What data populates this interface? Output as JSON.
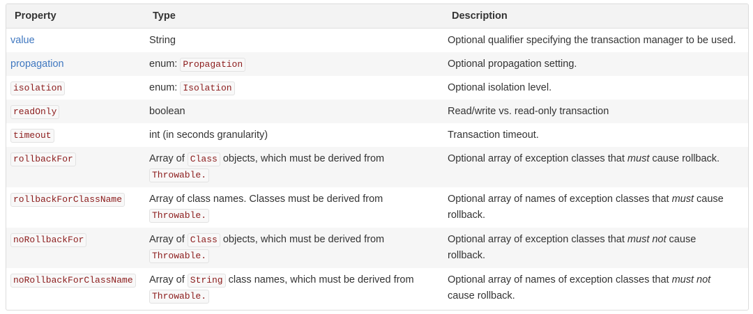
{
  "headers": {
    "property": "Property",
    "type": "Type",
    "description": "Description"
  },
  "rows": [
    {
      "property": "value",
      "property_style": "link",
      "type": [
        {
          "t": "text",
          "v": "String"
        }
      ],
      "description": [
        {
          "t": "text",
          "v": "Optional qualifier specifying the transaction manager to be used."
        }
      ]
    },
    {
      "property": "propagation",
      "property_style": "link",
      "type": [
        {
          "t": "text",
          "v": "enum: "
        },
        {
          "t": "code",
          "v": "Propagation"
        }
      ],
      "description": [
        {
          "t": "text",
          "v": "Optional propagation setting."
        }
      ]
    },
    {
      "property": "isolation",
      "property_style": "code",
      "type": [
        {
          "t": "text",
          "v": "enum: "
        },
        {
          "t": "code",
          "v": "Isolation"
        }
      ],
      "description": [
        {
          "t": "text",
          "v": "Optional isolation level."
        }
      ]
    },
    {
      "property": "readOnly",
      "property_style": "code",
      "type": [
        {
          "t": "text",
          "v": "boolean"
        }
      ],
      "description": [
        {
          "t": "text",
          "v": "Read/write vs. read-only transaction"
        }
      ]
    },
    {
      "property": "timeout",
      "property_style": "code",
      "type": [
        {
          "t": "text",
          "v": "int (in seconds granularity)"
        }
      ],
      "description": [
        {
          "t": "text",
          "v": "Transaction timeout."
        }
      ]
    },
    {
      "property": "rollbackFor",
      "property_style": "code",
      "type": [
        {
          "t": "text",
          "v": "Array of "
        },
        {
          "t": "code",
          "v": "Class"
        },
        {
          "t": "text",
          "v": " objects, which must be derived from"
        },
        {
          "t": "br"
        },
        {
          "t": "code",
          "v": "Throwable."
        }
      ],
      "description": [
        {
          "t": "text",
          "v": "Optional array of exception classes that "
        },
        {
          "t": "em",
          "v": "must"
        },
        {
          "t": "text",
          "v": " cause rollback."
        }
      ]
    },
    {
      "property": "rollbackForClassName",
      "property_style": "code",
      "type": [
        {
          "t": "text",
          "v": "Array of class names. Classes must be derived from"
        },
        {
          "t": "br"
        },
        {
          "t": "code",
          "v": "Throwable."
        }
      ],
      "description": [
        {
          "t": "text",
          "v": "Optional array of names of exception classes that "
        },
        {
          "t": "em",
          "v": "must"
        },
        {
          "t": "text",
          "v": " cause"
        },
        {
          "t": "br"
        },
        {
          "t": "text",
          "v": "rollback."
        }
      ]
    },
    {
      "property": "noRollbackFor",
      "property_style": "code",
      "type": [
        {
          "t": "text",
          "v": "Array of "
        },
        {
          "t": "code",
          "v": "Class"
        },
        {
          "t": "text",
          "v": " objects, which must be derived from"
        },
        {
          "t": "br"
        },
        {
          "t": "code",
          "v": "Throwable."
        }
      ],
      "description": [
        {
          "t": "text",
          "v": "Optional array of exception classes that "
        },
        {
          "t": "em",
          "v": "must not"
        },
        {
          "t": "text",
          "v": " cause"
        },
        {
          "t": "br"
        },
        {
          "t": "text",
          "v": "rollback."
        }
      ]
    },
    {
      "property": "noRollbackForClassName",
      "property_style": "code",
      "type": [
        {
          "t": "text",
          "v": "Array of "
        },
        {
          "t": "code",
          "v": "String"
        },
        {
          "t": "text",
          "v": " class names, which must be derived from"
        },
        {
          "t": "br"
        },
        {
          "t": "code",
          "v": "Throwable."
        }
      ],
      "description": [
        {
          "t": "text",
          "v": "Optional array of names of exception classes that "
        },
        {
          "t": "em",
          "v": "must not"
        },
        {
          "t": "br"
        },
        {
          "t": "text",
          "v": "cause rollback."
        }
      ]
    }
  ]
}
